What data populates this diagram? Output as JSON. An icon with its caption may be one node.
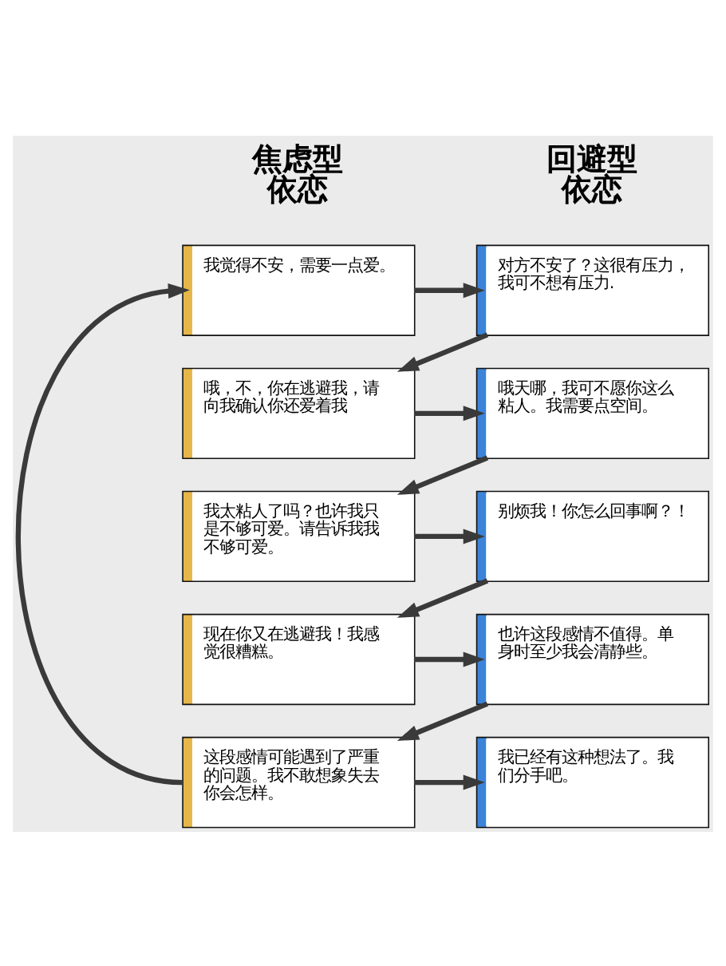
{
  "diagram": {
    "nodes": [
      {
        "text": [
          "我觉得不安，需要一点爱。"
        ]
      },
      {
        "text": [
          "对方不安了？这很有压力，我可不想有压力."
        ]
      },
      {
        "text": [
          "哦，不，你在逃避我，请向我确认你还爱着我"
        ]
      },
      {
        "text": [
          "哦天哪，我可不愿你这么粘人。我需要点空间。"
        ]
      },
      {
        "text": [
          "我太粘人了吗？也许我只是不够可爱。请告诉我我不够可爱。"
        ]
      },
      {
        "text": [
          "别烦我！你怎么回事啊？！"
        ]
      },
      {
        "text": [
          "现在你又在逃避我！我感觉很糟糕。"
        ]
      },
      {
        "text": [
          "也许这段感情不值得。单身时至少我会清静些。"
        ]
      },
      {
        "text": [
          "这段感情可能遇到了严重的问题。我不敢想象失去你会怎样。"
        ]
      },
      {
        "text": [
          "我已经有这种想法了。我们分手吧。"
        ]
      }
    ],
    "edges": [
      {
        "from": 0,
        "to": 1,
        "arrow": "to"
      },
      {
        "from": 1,
        "to": 2,
        "arrow": "to"
      },
      {
        "from": 2,
        "to": 3,
        "arrow": "to"
      },
      {
        "from": 3,
        "to": 4,
        "arrow": "to"
      },
      {
        "from": 4,
        "to": 5,
        "arrow": "to"
      },
      {
        "from": 5,
        "to": 6,
        "arrow": "to"
      },
      {
        "from": 6,
        "to": 7,
        "arrow": "to"
      },
      {
        "from": 7,
        "to": 8,
        "arrow": "to"
      },
      {
        "from": 8,
        "to": 9,
        "arrow": "to"
      },
      {
        "from": 8,
        "to": 0,
        "arrow": "to"
      }
    ],
    "labels": [
      "焦虑型依恋",
      "回避型依恋"
    ]
  }
}
